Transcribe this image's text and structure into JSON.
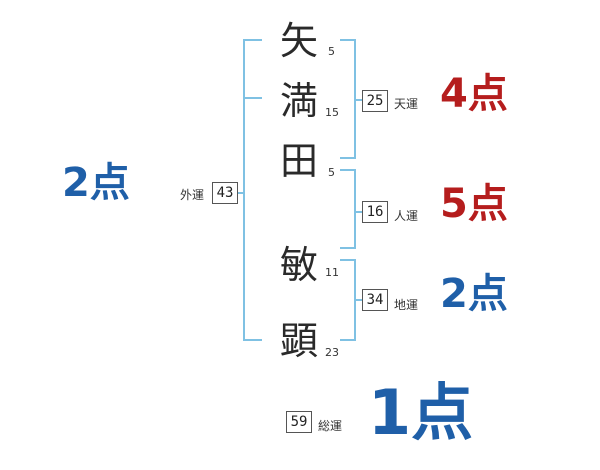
{
  "colors": {
    "bracket": "#7fc1e3",
    "red": "#b51d1d",
    "blue": "#1f5fa8"
  },
  "chars": [
    {
      "char": "矢",
      "strokes": "5"
    },
    {
      "char": "満",
      "strokes": "15"
    },
    {
      "char": "田",
      "strokes": "5"
    },
    {
      "char": "敏",
      "strokes": "11"
    },
    {
      "char": "顕",
      "strokes": "23"
    }
  ],
  "gaiun": {
    "label": "外運",
    "value": "43",
    "score": "2点"
  },
  "tenun": {
    "label": "天運",
    "value": "25",
    "score": "4点"
  },
  "jinun": {
    "label": "人運",
    "value": "16",
    "score": "5点"
  },
  "chiun": {
    "label": "地運",
    "value": "34",
    "score": "2点"
  },
  "souun": {
    "label": "総運",
    "value": "59",
    "score": "1点"
  }
}
